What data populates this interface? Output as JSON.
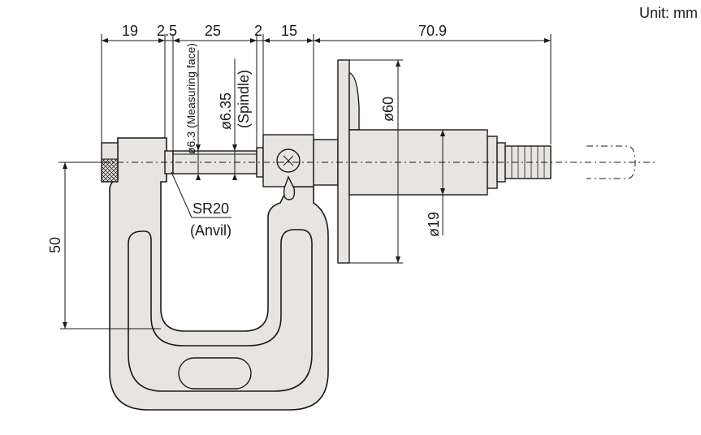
{
  "unit_label": "Unit: mm",
  "dimensions": {
    "top": [
      "19",
      "2.5",
      "25",
      "2",
      "15",
      "70.9"
    ],
    "measuring_face": "ø6.3 (Measuring face)",
    "spindle_dia": "ø6.35",
    "spindle_label": "(Spindle)",
    "dial_dia": "ø60",
    "sleeve_dia": "ø19",
    "height": "50",
    "anvil_radius": "SR20",
    "anvil_label": "(Anvil)"
  }
}
